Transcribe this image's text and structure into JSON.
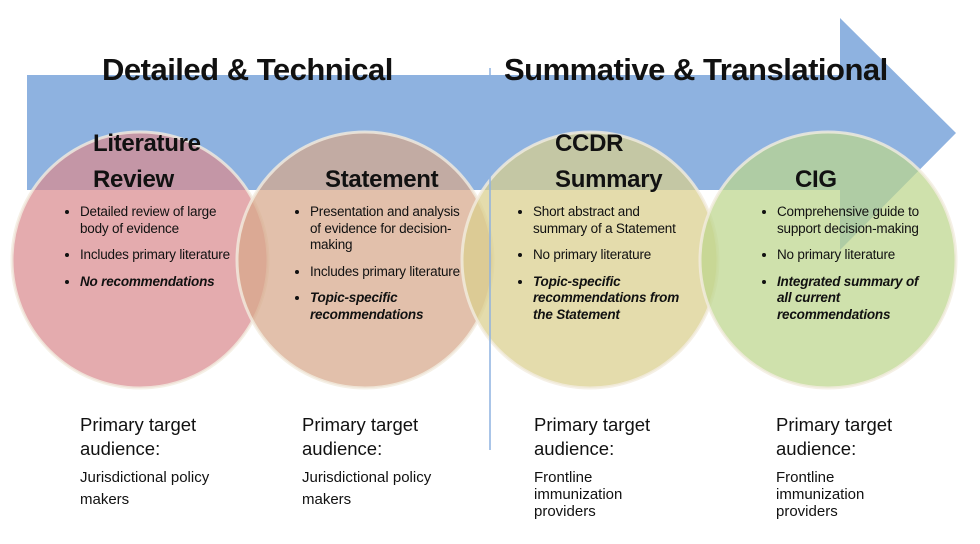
{
  "sections": [
    "Detailed & Technical",
    "Summative & Translational"
  ],
  "colors": {
    "arrow": "#8eb2e0",
    "circles": [
      "#d98b8f",
      "#d7a88a",
      "#d9cf8c",
      "#bcd68c"
    ]
  },
  "stages": [
    {
      "title_lines": [
        "Literature",
        "Review"
      ],
      "bullets": [
        {
          "text": "Detailed review of large body of evidence",
          "emphasis": false
        },
        {
          "text": "Includes primary literature",
          "emphasis": false
        },
        {
          "text": "No recommendations",
          "emphasis": true
        }
      ],
      "audience_label": "Primary target audience:",
      "audience": "Jurisdictional policy makers"
    },
    {
      "title_lines": [
        "",
        "Statement"
      ],
      "bullets": [
        {
          "text": "Presentation and analysis of evidence for decision-making",
          "emphasis": false
        },
        {
          "text": "Includes primary literature",
          "emphasis": false
        },
        {
          "text": "Topic-specific recommendations",
          "emphasis": true
        }
      ],
      "audience_label": "Primary target audience:",
      "audience": "Jurisdictional policy makers"
    },
    {
      "title_lines": [
        "CCDR",
        "Summary"
      ],
      "bullets": [
        {
          "text": "Short abstract and summary of a Statement",
          "emphasis": false
        },
        {
          "text": "No primary literature",
          "emphasis": false
        },
        {
          "text": "Topic-specific recommendations from the Statement",
          "emphasis": true
        }
      ],
      "audience_label": "Primary target audience:",
      "audience": "Frontline immunization providers"
    },
    {
      "title_lines": [
        "",
        "CIG"
      ],
      "bullets": [
        {
          "text": "Comprehensive guide to support decision-making",
          "emphasis": false
        },
        {
          "text": "No primary literature",
          "emphasis": false
        },
        {
          "text": "Integrated summary of all current recommendations",
          "emphasis": true
        }
      ],
      "audience_label": "Primary target audience:",
      "audience": "Frontline immunization providers"
    }
  ]
}
